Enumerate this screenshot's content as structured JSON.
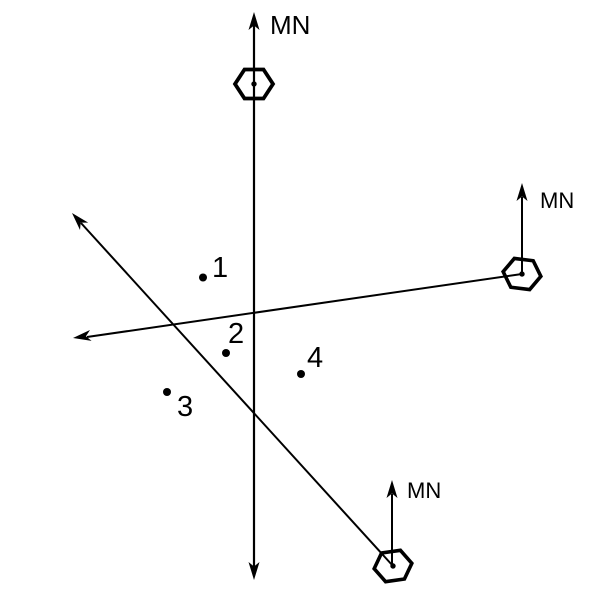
{
  "canvas": {
    "background": "#ffffff",
    "ink": "#000000"
  },
  "stations": [
    {
      "id": "north-station",
      "mn_label": "MN"
    },
    {
      "id": "east-station",
      "mn_label": "MN"
    },
    {
      "id": "southeast-station",
      "mn_label": "MN"
    }
  ],
  "points": [
    {
      "label": "1"
    },
    {
      "label": "2"
    },
    {
      "label": "3"
    },
    {
      "label": "4"
    }
  ]
}
